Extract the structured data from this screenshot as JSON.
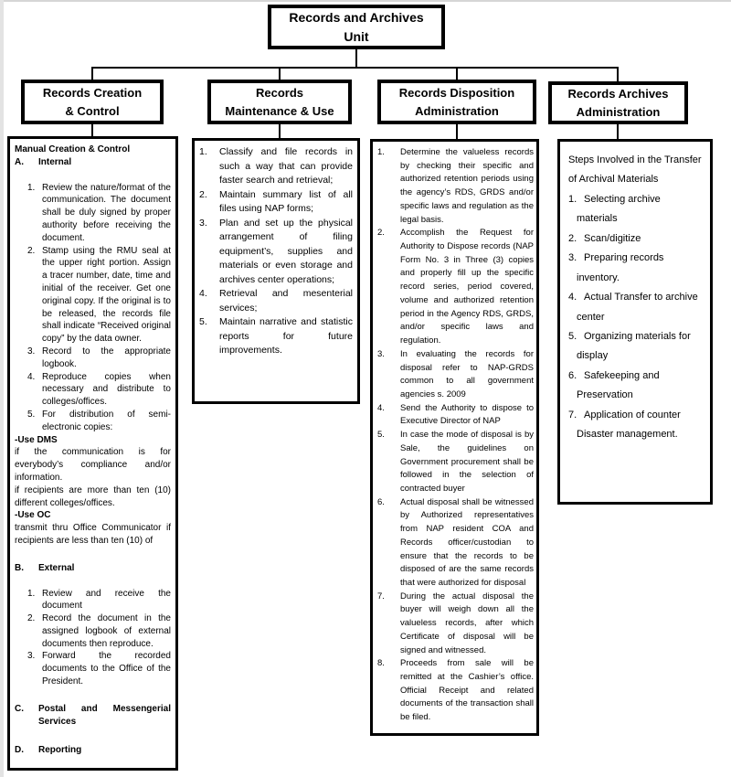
{
  "page": {
    "background_color": "#ffffff",
    "line_color": "#000000",
    "box_fill": "#ffffff"
  },
  "unit": {
    "title": "Records and Archives\nUnit"
  },
  "branches": [
    {
      "title": "Records Creation\n& Control",
      "blocks": [
        {
          "k": "flow",
          "b": true,
          "m": "",
          "t": "Manual Creation & Control"
        },
        {
          "k": "letter",
          "b": true,
          "m": "A.",
          "t": "Internal"
        },
        {
          "k": "num",
          "m": "1.",
          "t": "Review the nature/format of the communication. The document shall be duly signed by proper authority before receiving the document.",
          "mt": 14
        },
        {
          "k": "num",
          "m": "2.",
          "t": "Stamp using the RMU seal at the upper right portion. Assign a tracer number, date, time and initial of the receiver. Get one original copy. If the original is to be released, the records file shall indicate “Received original copy” by the data owner."
        },
        {
          "k": "num",
          "m": "3.",
          "t": "Record to the appropriate logbook."
        },
        {
          "k": "num",
          "m": "4.",
          "t": "Reproduce copies when necessary and distribute to colleges/offices."
        },
        {
          "k": "num",
          "m": "5.",
          "t": "For distribution of semi-electronic copies:"
        },
        {
          "k": "flow",
          "b": true,
          "m": "",
          "t": "-Use DMS"
        },
        {
          "k": "flow",
          "m": "",
          "t": "if the communication is for everybody’s compliance and/or information."
        },
        {
          "k": "flow",
          "m": "",
          "t": "if recipients are more than ten (10) different colleges/offices."
        },
        {
          "k": "flow",
          "b": true,
          "m": "",
          "t": "-Use OC"
        },
        {
          "k": "flow",
          "m": "",
          "t": "transmit thru Office Communicator if recipients are less than ten (10) of"
        },
        {
          "k": "letter",
          "b": true,
          "m": "B.",
          "t": "External",
          "mt": 16
        },
        {
          "k": "num",
          "m": "1.",
          "t": "Review and receive the document",
          "mt": 14
        },
        {
          "k": "num",
          "m": "2.",
          "t": "Record the document in the assigned logbook of external documents then reproduce."
        },
        {
          "k": "num",
          "m": "3.",
          "t": "Forward the recorded documents to the Office of the President."
        },
        {
          "k": "letter",
          "b": true,
          "m": "C.",
          "t": "Postal and Messengerial Services",
          "mt": 16
        },
        {
          "k": "letter",
          "b": true,
          "m": "D.",
          "t": "Reporting",
          "mt": 18
        }
      ]
    },
    {
      "title": "Records\nMaintenance & Use",
      "blocks": [
        {
          "k": "num",
          "m": "1.",
          "t": "Classify and file records in such a way that can provide faster search and retrieval;"
        },
        {
          "k": "num",
          "m": "2.",
          "t": "Maintain summary list of all files using NAP forms;"
        },
        {
          "k": "num",
          "m": "3.",
          "t": "Plan and set up the physical arrangement of filing equipment’s, supplies and materials or even storage and archives center operations;"
        },
        {
          "k": "num",
          "m": "4.",
          "t": "Retrieval and mesenterial services;"
        },
        {
          "k": "num",
          "m": "5.",
          "t": "Maintain narrative and statistic reports for future improvements."
        }
      ]
    },
    {
      "title": "Records Disposition\nAdministration",
      "blocks": [
        {
          "k": "num",
          "m": "1.",
          "t": "Determine the valueless records by checking their specific and authorized retention periods using the agency’s RDS, GRDS and/or specific laws and regulation as the legal basis."
        },
        {
          "k": "num",
          "m": "2.",
          "t": "Accomplish the Request for Authority to Dispose records (NAP Form No. 3 in Three (3) copies and properly fill up the specific record series, period covered, volume and authorized retention period in the Agency RDS, GRDS, and/or specific laws and regulation."
        },
        {
          "k": "num",
          "m": "3.",
          "t": "In evaluating the records for disposal refer to NAP-GRDS common to all government agencies s. 2009"
        },
        {
          "k": "num",
          "m": "4.",
          "t": "Send the Authority to dispose to Executive Director of NAP"
        },
        {
          "k": "num",
          "m": "5.",
          "t": "In case the mode of disposal is by Sale, the guidelines on Government procurement shall be followed in the selection of contracted buyer"
        },
        {
          "k": "num",
          "m": "6.",
          "t": "Actual disposal shall be witnessed by Authorized representatives from NAP resident COA and Records officer/custodian to ensure that the records to be disposed of are the same records that were authorized for disposal"
        },
        {
          "k": "num",
          "m": "7.",
          "t": "During the actual disposal the buyer will weigh down all the valueless records, after which Certificate of disposal will be signed and witnessed."
        },
        {
          "k": "num",
          "m": "8.",
          "t": "Proceeds from sale will be remitted at the Cashier’s office. Official Receipt and related documents of the transaction shall be filed."
        }
      ]
    },
    {
      "title": "Records Archives\nAdministration",
      "blocks": [
        {
          "k": "flow",
          "m": "",
          "t": "Steps Involved in the Transfer of Archival Materials"
        },
        {
          "k": "num",
          "m": "1.",
          "t": "Selecting archive materials"
        },
        {
          "k": "num",
          "m": "2.",
          "t": "Scan/digitize"
        },
        {
          "k": "num",
          "m": "3.",
          "t": "Preparing records inventory."
        },
        {
          "k": "num",
          "m": "4.",
          "t": "Actual Transfer to archive center"
        },
        {
          "k": "num",
          "m": "5.",
          "t": "Organizing materials for display"
        },
        {
          "k": "num",
          "m": "6.",
          "t": "Safekeeping and Preservation"
        },
        {
          "k": "num",
          "m": "7.",
          "t": "Application of counter Disaster management."
        }
      ]
    }
  ]
}
